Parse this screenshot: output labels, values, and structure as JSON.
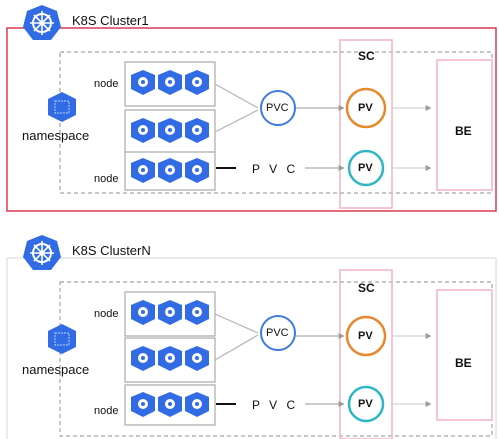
{
  "colors": {
    "k8s_blue": "#326ce5",
    "cluster_border_active": "#d83a52",
    "cluster_border": "#d4d4d4",
    "sc_border": "#f1b4c0",
    "be_border": "#f1b4c0",
    "pvc_circle": "#3d7be0",
    "pv_orange": "#e8882e",
    "pv_teal": "#2db7c6",
    "node_border": "#9a9a9a"
  },
  "icons": {
    "cluster_logo": "kubernetes-wheel-icon",
    "namespace": "namespace-cube-icon",
    "pod": "pod-hexagon-icon"
  },
  "clusters": [
    {
      "title": "K8S  Cluster1",
      "namespace_label": "namespace",
      "node_labels": [
        "node",
        "node"
      ],
      "pvc_circle_label": "PVC",
      "pvc_text": "P V C",
      "sc_label": "SC",
      "pv_labels": [
        "PV",
        "PV"
      ],
      "be_label": "BE"
    },
    {
      "title": "K8S  ClusterN",
      "namespace_label": "namespace",
      "node_labels": [
        "node",
        "node"
      ],
      "pvc_circle_label": "PVC",
      "pvc_text": "P V C",
      "sc_label": "SC",
      "pv_labels": [
        "PV",
        "PV"
      ],
      "be_label": "BE"
    }
  ]
}
